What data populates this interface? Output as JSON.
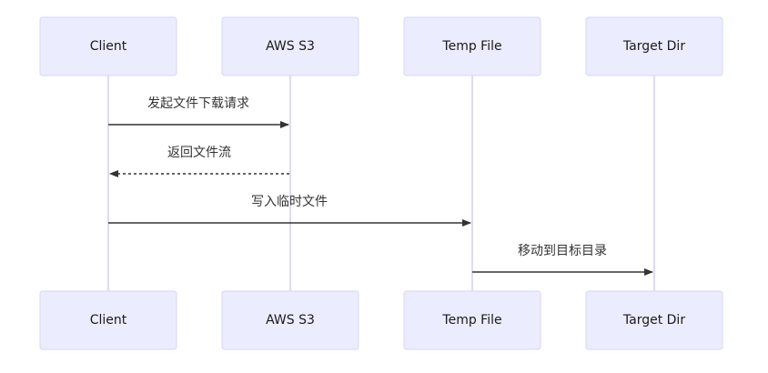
{
  "actors": [
    {
      "id": "client",
      "label": "Client"
    },
    {
      "id": "s3",
      "label": "AWS S3"
    },
    {
      "id": "temp",
      "label": "Temp File"
    },
    {
      "id": "target",
      "label": "Target Dir"
    }
  ],
  "messages": [
    {
      "from": "client",
      "to": "s3",
      "label": "发起文件下载请求",
      "style": "solid"
    },
    {
      "from": "s3",
      "to": "client",
      "label": "返回文件流",
      "style": "dashed"
    },
    {
      "from": "client",
      "to": "temp",
      "label": "写入临时文件",
      "style": "solid"
    },
    {
      "from": "temp",
      "to": "target",
      "label": "移动到目标目录",
      "style": "solid"
    }
  ],
  "colors": {
    "actor_fill": "#ececff",
    "actor_stroke": "#d6d6f5",
    "lifeline": "#c9c9ee",
    "arrow": "#333333"
  }
}
